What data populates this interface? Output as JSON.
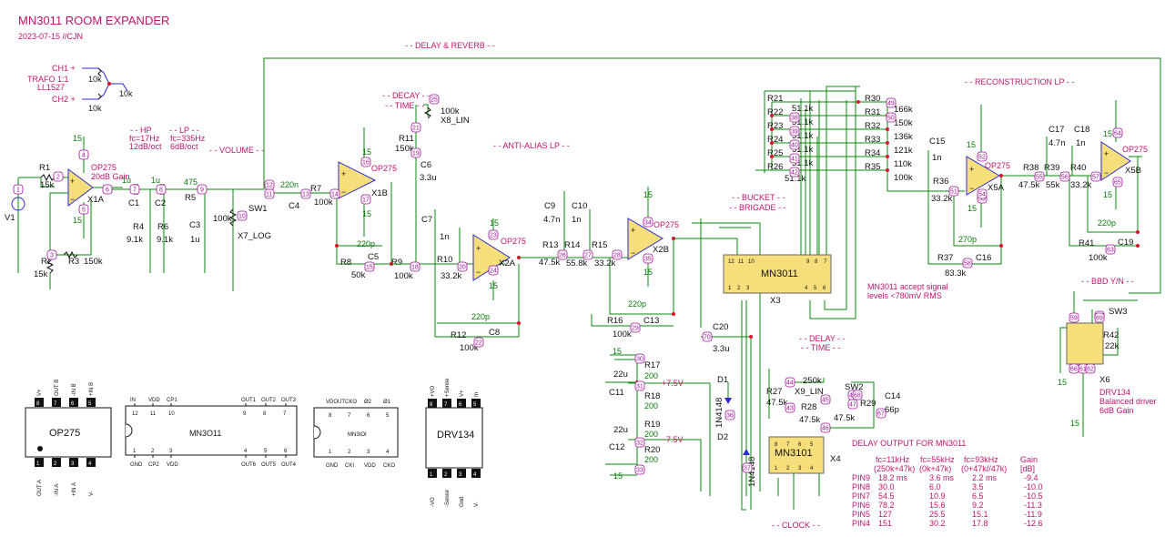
{
  "header": {
    "title": "MN3011 ROOM EXPANDER",
    "subtitle": "2023-07-15  //CJN"
  },
  "sections": {
    "delay_reverb": "- - DELAY & REVERB - -",
    "decay": "- - DECAY - -",
    "time": "- - TIME - -",
    "anti_alias": "- - ANTI-ALIAS LP - -",
    "reconstruction": "- - RECONSTRUCTION LP - -",
    "hp": "- - HP",
    "lp": "- - LP - -",
    "volume": "- - VOLUME - -",
    "bucket": "- - BUCKET - -",
    "brigade": "- - BRIGADE - -",
    "bbd": "- - BBD Y/N - -",
    "delay2": "- - DELAY - -",
    "time2": "- - TIME - -",
    "clock": "- - CLOCK - -"
  },
  "input": {
    "ch1": "CH1 +",
    "ch2": "CH2 +",
    "trafo1": "TRAFO 1:1",
    "trafo2": "LL1527",
    "v1": "V1",
    "r_a": "10k",
    "r_b": "10k",
    "r_c": "10k"
  },
  "filters": {
    "hp_fc": "fc=17Hz",
    "hp_slope": "12dB/oct",
    "lp_fc": "fc=335Hz",
    "lp_slope": "6dB/oct"
  },
  "opamps": {
    "x1a": "X1A",
    "x1a_type": "OP275",
    "x1a_gain": "20dB Gain",
    "x1b": "X1B",
    "x1b_type": "OP275",
    "x2a": "X2A",
    "x2a_type": "OP275",
    "x2b": "X2B",
    "x2b_type": "OP275",
    "x5a": "X5A",
    "x5a_type": "OP275",
    "x5b": "X5B",
    "x5b_type": "OP275"
  },
  "components": {
    "r1": "R1",
    "r1v": "15k",
    "r2": "R2",
    "r2v": "15k",
    "r3": "R3",
    "r3v": "150k",
    "c1": "C1",
    "c1v": "1u",
    "c2": "C2",
    "c2v": "1u",
    "r4": "R4",
    "r4v": "9.1k",
    "r6": "R6",
    "r6v": "9.1k",
    "r5": "R5",
    "r5v": "475",
    "c3": "C3",
    "c3v": "1u",
    "sw1": "SW1",
    "sw1v": "100k",
    "sw1t": "X7_LOG",
    "c4": "C4",
    "c4v": "220n",
    "r7": "R7",
    "r7v": "100k",
    "r8": "R8",
    "r8v": "50k",
    "c5": "C5",
    "c5v": "220p",
    "r9": "R9",
    "r9v": "100k",
    "r11": "R11",
    "r11v": "150k",
    "c6": "C6",
    "c6v": "3.3u",
    "x8v": "100k",
    "x8t": "X8_LIN",
    "c7": "C7",
    "c7v": "1n",
    "r10": "R10",
    "r10v": "33.2k",
    "c8": "C8",
    "c8v": "220p",
    "r12": "R12",
    "r12v": "100k",
    "c9": "C9",
    "c9v": "4.7n",
    "c10": "C10",
    "c10v": "1n",
    "r13": "R13",
    "r13v": "47.5k",
    "r14": "R14",
    "r14v": "55.8k",
    "r15": "R15",
    "r15v": "33.2k",
    "c13": "C13",
    "c13v": "220p",
    "r16": "R16",
    "r16v": "100k",
    "c20": "C20",
    "c20v": "3.3u",
    "r17": "R17",
    "r17v": "200",
    "r18": "R18",
    "r18v": "200",
    "r19": "R19",
    "r19v": "200",
    "r20": "R20",
    "r20v": "200",
    "c11": "C11",
    "c11v": "22u",
    "c12": "C12",
    "c12v": "22u",
    "p15a": "15",
    "p15b": "15",
    "pos75": "+7.5V",
    "neg75": "-7.5V",
    "d1": "D1",
    "d1t": "1N4148",
    "d2": "D2",
    "d2t": "1N4148",
    "r21": "R21",
    "r21v": "51.1k",
    "r22": "R22",
    "r22v": "51.1k",
    "r23": "R23",
    "r23v": "51.1k",
    "r24": "R24",
    "r24v": "51.1k",
    "r25": "R25",
    "r25v": "51.1k",
    "r26": "R26",
    "r26v": "51.1k",
    "r30": "R30",
    "r30v": "166k",
    "r31": "R31",
    "r31v": "150k",
    "r32": "R32",
    "r32v": "136k",
    "r33": "R33",
    "r33v": "121k",
    "r34": "R34",
    "r34v": "110k",
    "r35": "R35",
    "r35v": "100k",
    "c15": "C15",
    "c15v": "1n",
    "r36": "R36",
    "r36v": "33.2k",
    "c16": "C16",
    "c16v": "270p",
    "r37": "R37",
    "r37v": "83.3k",
    "c17": "C17",
    "c17v": "4.7n",
    "c18": "C18",
    "c18v": "1n",
    "r38": "R38",
    "r38v": "47.5k",
    "r39": "R39",
    "r39v": "55k",
    "r40": "R40",
    "r40v": "33.2k",
    "c19": "C19",
    "c19v": "220p",
    "r41": "R41",
    "r41v": "100k",
    "r42": "R42",
    "r42v": "22k",
    "sw3": "SW3",
    "r27": "R27",
    "r27v": "47.5k",
    "r28": "R28",
    "r28v": "47.5k",
    "r29": "R29",
    "r29v": "47.5k",
    "x9v": "250k",
    "x9t": "X9_LIN",
    "sw2": "SW2",
    "c14": "C14",
    "c14v": "66p"
  },
  "ics": {
    "mn3011": "MN3011",
    "x3": "X3",
    "mn3101": "MN3101",
    "x4": "X4",
    "drv134": "DRV134",
    "x6": "X6",
    "x6a": "DRV134",
    "x6b": "Balanced driver",
    "x6c": "6dB Gain",
    "mn_note1": "MN3011 accept signal",
    "mn_note2": "levels <780mV RMS"
  },
  "pinouts": {
    "op275": "OP275",
    "op275_top": [
      "V+",
      "OUT B",
      "-IN B",
      "+IN B"
    ],
    "op275_bot": [
      "OUT A",
      "-IN A",
      "+IN A",
      "V-"
    ],
    "op275_top_n": [
      "8",
      "7",
      "6",
      "5"
    ],
    "op275_bot_n": [
      "1",
      "2",
      "3",
      "4"
    ],
    "mn3011": "MN3O11",
    "mn3011_top_n": [
      "12",
      "11",
      "10",
      "9",
      "8",
      "7"
    ],
    "mn3011_bot_n": [
      "1",
      "2",
      "3",
      "4",
      "5",
      "6"
    ],
    "mn3011_top": [
      "IN",
      "VDD",
      "CP1",
      "OUT1",
      "OUT2",
      "OUT3"
    ],
    "mn3011_bot": [
      "GND",
      "CP2",
      "VDD",
      "OUT6",
      "OUT5",
      "OUT4"
    ],
    "mn3101": "MN3IOI",
    "mn3101_top_n": [
      "8",
      "7",
      "6",
      "5"
    ],
    "mn3101_bot_n": [
      "1",
      "2",
      "3",
      "4"
    ],
    "mn3101_top": [
      "VDOUT",
      "CKO",
      "Ø2",
      "Ø1"
    ],
    "mn3101_bot": [
      "GND",
      "CKI",
      "VDD",
      "CKO"
    ],
    "drv134": "DRV134",
    "drv134_top_n": [
      "8",
      "7",
      "6",
      "5"
    ],
    "drv134_bot_n": [
      "1",
      "2",
      "3",
      "4"
    ],
    "drv134_top": [
      "+VO",
      "+Sense",
      "V+",
      "In"
    ],
    "drv134_bot": [
      "-VO",
      "-Sense",
      "Gnd",
      "V-"
    ]
  },
  "delay_table": {
    "title": "DELAY OUTPUT FOR MN3011",
    "headers": [
      "fc=11kHz",
      "fc=55kHz",
      "fc=93kHz",
      "Gain"
    ],
    "subheaders": [
      "(250k+47k)",
      "(0k+47k)",
      "(0+47k//47k)",
      "[dB]"
    ],
    "rows": [
      {
        "pin": "PIN9",
        "a": "18.2 ms",
        "b": "3.6 ms",
        "c": "2.2 ms",
        "g": "-9.4"
      },
      {
        "pin": "PIN8",
        "a": "30.0",
        "b": "6.0",
        "c": "3.5",
        "g": "-10.0"
      },
      {
        "pin": "PIN7",
        "a": "54.5",
        "b": "10.9",
        "c": "6.5",
        "g": "-10.5"
      },
      {
        "pin": "PIN6",
        "a": "78.2",
        "b": "15.6",
        "c": "9.2",
        "g": "-11.3"
      },
      {
        "pin": "PIN5",
        "a": "127",
        "b": "25.5",
        "c": "15.1",
        "g": "-11.9"
      },
      {
        "pin": "PIN4",
        "a": "151",
        "b": "30.2",
        "c": "17.8",
        "g": "-12.6"
      }
    ]
  },
  "nodes": [
    "1",
    "2",
    "3",
    "4",
    "5",
    "6",
    "7",
    "8",
    "9",
    "10",
    "11",
    "12",
    "13",
    "14",
    "15",
    "16",
    "17",
    "18",
    "19",
    "20",
    "21",
    "22",
    "23",
    "24",
    "25",
    "26",
    "27",
    "28",
    "29",
    "30",
    "31",
    "32",
    "33",
    "34",
    "35",
    "36",
    "37",
    "38",
    "39",
    "40",
    "41",
    "42",
    "43",
    "44",
    "45",
    "46",
    "47",
    "48",
    "49",
    "50",
    "51",
    "52",
    "53",
    "54",
    "55",
    "56",
    "57",
    "58",
    "59",
    "60",
    "61",
    "62",
    "63",
    "64",
    "65",
    "66",
    "67",
    "68",
    "69",
    "70"
  ],
  "colors": {
    "wire": "#0a8a0a",
    "component": "#2b2bd0",
    "label_value": "#0b7a0b",
    "annotation": "#c0146b",
    "node": "#a0109a",
    "opamp_fill": "#f6df7a",
    "junction": "#e0102a"
  }
}
